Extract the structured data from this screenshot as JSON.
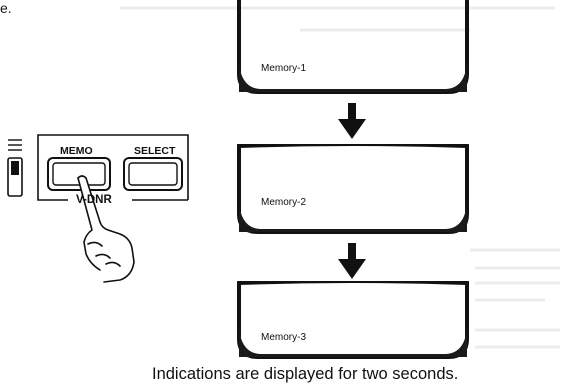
{
  "top_fragment": "e.",
  "screens": [
    {
      "label": "Memory-1"
    },
    {
      "label": "Memory-2"
    },
    {
      "label": "Memory-3"
    }
  ],
  "control_panel": {
    "memo_label": "MEMO",
    "select_label": "SELECT",
    "dnr_label": "V-DNR"
  },
  "caption": "Indications are displayed for two seconds.",
  "colors": {
    "ink": "#111111",
    "screen_fill": "#1a1a1a",
    "bleed": "#d8d8d8"
  }
}
